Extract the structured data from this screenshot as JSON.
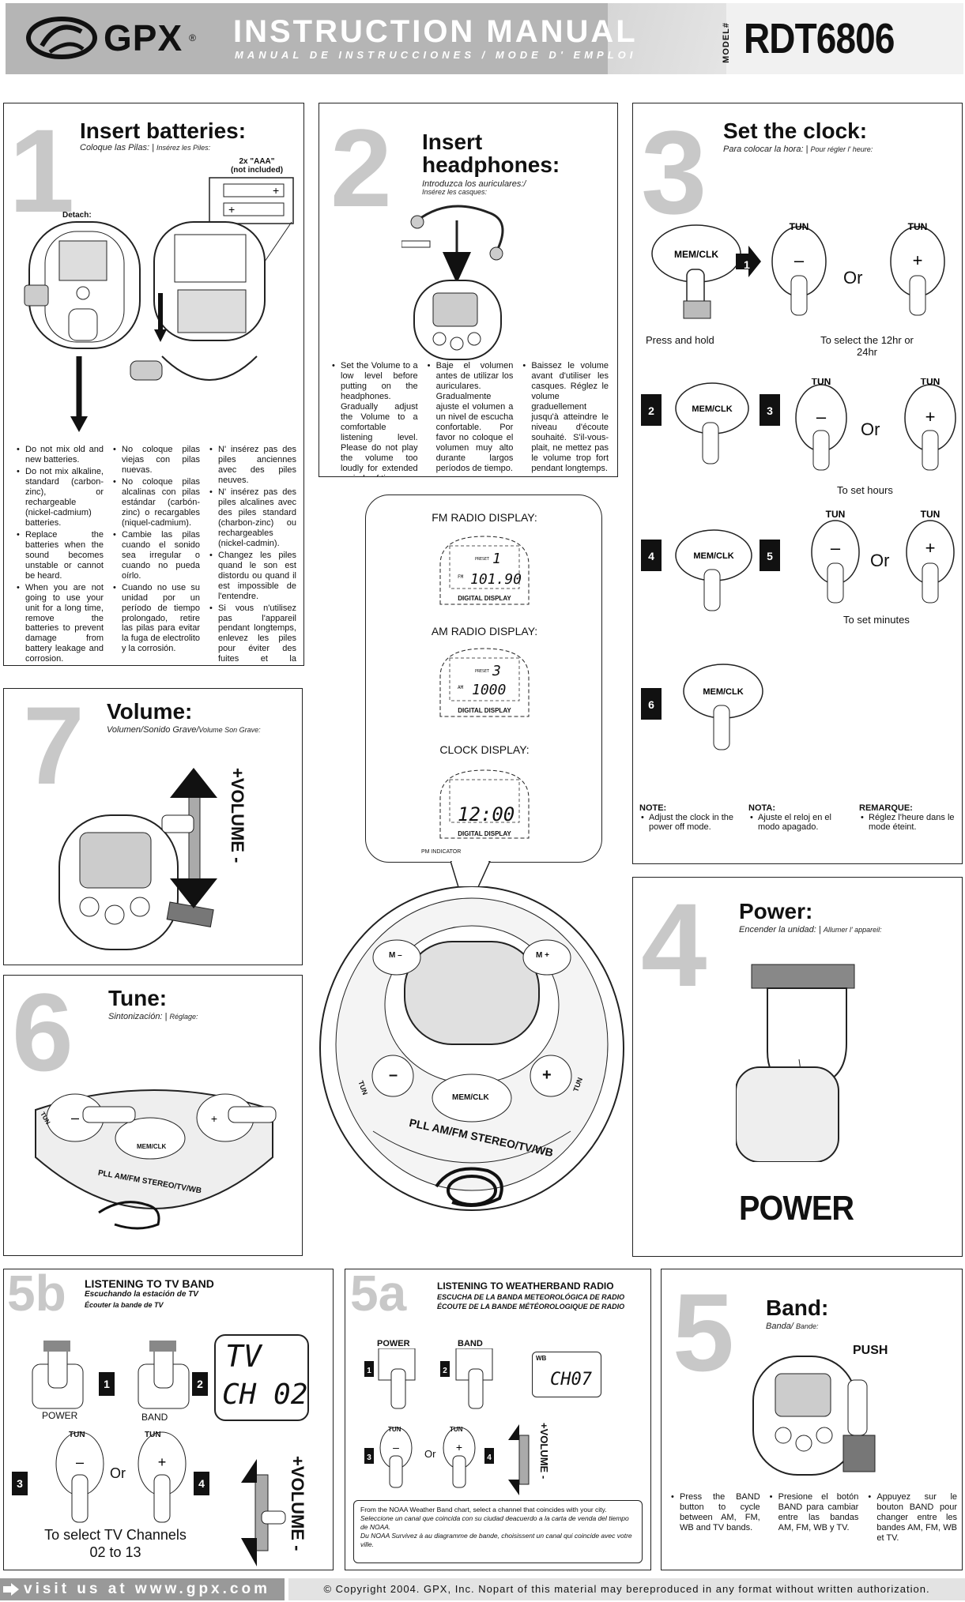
{
  "header": {
    "brand": "GPX",
    "title": "INSTRUCTION MANUAL",
    "subtitle": "MANUAL DE INSTRUCCIONES  /  MODE D' EMPLOI",
    "model_label": "MODEL#",
    "model": "RDT6806"
  },
  "p1": {
    "num": "1",
    "title": "Insert batteries:",
    "sub": "Coloque las Pilas:",
    "sub_fr": "Insérez les Piles:",
    "battery_label": "2x \"AAA\"",
    "battery_note": "(not included)",
    "detach": "Detach:",
    "en": [
      "Do not mix old and new batteries.",
      "Do not mix alkaline, standard (carbon-zinc), or rechargeable (nickel-cadmium) batteries.",
      "Replace the batteries when the sound becomes unstable or cannot be heard.",
      "When you are not going to use your unit for a long time, remove the batteries to prevent damage from battery leakage and corrosion."
    ],
    "es": [
      "No coloque pilas viejas con pilas nuevas.",
      "No coloque pilas alcalinas con pilas estándar (carbón-zinc) o recargables (niquel-cadmium).",
      "Cambie las pilas cuando el sonido sea irregular o cuando no pueda oírlo.",
      "Cuando no use su unidad por un período de tiempo prolongado, retire las pilas para evitar la fuga de electrolito y la corrosión."
    ],
    "fr": [
      "N' insérez pas des piles anciennes avec des piles neuves.",
      "N' insérez pas des piles alcalines avec des piles standard (charbon-zinc) ou rechargeables (nickel-cadmin).",
      "Changez les piles quand le son est distordu ou quand il est impossible de l'entendre.",
      "Si vous n'utilisez pas l'appareil pendant longtemps, enlevez les piles pour éviter des fuites et la corrosion."
    ]
  },
  "p2": {
    "num": "2",
    "title": "Insert headphones:",
    "sub": "Introduzca los auriculares:/",
    "sub_fr": "Insérez les casques:",
    "en": [
      "Set the Volume to a low level before putting on the headphones. Gradually adjust the Volume to a comfortable listening level. Please do not play the volume too loudly for extended periods of time."
    ],
    "es": [
      "Baje el volumen antes de utilizar los auriculares. Gradualmente ajuste el volumen a un nivel de escucha confortable. Por favor no coloque el volumen muy alto durante largos períodos de tiempo."
    ],
    "fr": [
      "Baissez le volume avant d'utiliser les casques. Réglez le volume graduellement jusqu'à atteindre le niveau d'écoute souhaité. S'il-vous-plait, ne mettez pas le volume trop fort pendant longtemps."
    ]
  },
  "p3": {
    "num": "3",
    "title": "Set the clock:",
    "sub": "Para colocar la hora:",
    "sub_fr": "Pour régler l' heure:",
    "mem_clk": "MEM/CLK",
    "tun": "TUN",
    "or": "Or",
    "press_hold": "Press and hold",
    "select_12_24": "To select the 12hr or 24hr",
    "set_hours": "To set hours",
    "set_minutes": "To set minutes",
    "steps": [
      "1",
      "2",
      "3",
      "4",
      "5",
      "6"
    ],
    "note_en_title": "NOTE:",
    "note_en": "Adjust the clock in the power off mode.",
    "note_es_title": "NOTA:",
    "note_es": "Ajuste el reloj en el modo apagado.",
    "note_fr_title": "REMARQUE:",
    "note_fr": "Réglez l'heure dans le mode éteint."
  },
  "display": {
    "fm_title": "FM RADIO DISPLAY:",
    "fm_preset": "1",
    "fm_freq": "101.90",
    "fm_label": "FM",
    "am_title": "AM RADIO DISPLAY:",
    "am_preset": "3",
    "am_freq": "1000",
    "am_label": "AM",
    "clock_title": "CLOCK DISPLAY:",
    "clock_time": "12:00",
    "preset": "PRESET",
    "digital_display": "DIGITAL DISPLAY",
    "pm_indicator": "PM INDICATOR"
  },
  "device": {
    "m_minus": "M –",
    "m_plus": "M +",
    "minus": "–",
    "plus": "+",
    "tun": "TUN",
    "mem_clk": "MEM/CLK",
    "band_label": "PLL AM/FM STEREO/TV/WB"
  },
  "p7": {
    "num": "7",
    "title": "Volume:",
    "sub": "Volumen/Sonido Grave/",
    "sub_fr": "Volume Son Grave:",
    "volume": "+VOLUME -"
  },
  "p6": {
    "num": "6",
    "title": "Tune:",
    "sub": "Sintonización:",
    "sub_fr": "Réglage:",
    "tun": "TUN",
    "mem_clk": "MEM/CLK",
    "band_label": "PLL AM/FM STEREO/TV/WB"
  },
  "p4": {
    "num": "4",
    "title": "Power:",
    "sub": "Encender la unidad:",
    "sub_fr": "Allumer l' appareil:",
    "power": "POWER"
  },
  "p5b": {
    "num": "5b",
    "title": "LISTENING TO TV BAND",
    "sub_es": "Escuchando la estación de TV",
    "sub_fr": "Écouter la bande de TV",
    "power": "POWER",
    "band": "BAND",
    "tun": "TUN",
    "or": "Or",
    "lcd_line1": "TV",
    "lcd_line2": "CH 02",
    "volume": "+VOLUME -",
    "caption": "To select TV Channels 02 to 13",
    "steps": [
      "1",
      "2",
      "3",
      "4"
    ]
  },
  "p5a": {
    "num": "5a",
    "title": "LISTENING TO WEATHERBAND RADIO",
    "sub_es": "ESCUCHA DE LA BANDA METEOROLÓGICA DE RADIO",
    "sub_fr": "ÉCOUTE DE LA BANDE MÉTÉOROLOGIQUE DE RADIO",
    "power": "POWER",
    "band": "BAND",
    "tun": "TUN",
    "or": "Or",
    "wb": "WB",
    "lcd": "CH07",
    "volume": "+VOLUME -",
    "steps": [
      "1",
      "2",
      "3",
      "4"
    ],
    "note_en": "From the NOAA Weather Band chart, select a channel that coincides with your city.",
    "note_es": "Seleccione un canal que coincida con su ciudad deacuerdo a la carta de venda del tiempo de NOAA.",
    "note_fr": "Du NOAA Survivez à au diagramme de bande, choisissent un canal qui coincide avec votre ville."
  },
  "p5": {
    "num": "5",
    "title": "Band:",
    "sub": "Banda/",
    "sub_fr": "Bande:",
    "push": "PUSH",
    "en": [
      "Press the BAND button to cycle between AM, FM, WB and TV bands."
    ],
    "es": [
      "Presione el botón BAND para cambiar entre las bandas AM, FM, WB y TV."
    ],
    "fr": [
      "Appuyez sur le bouton BAND pour changer entre les bandes AM, FM, WB et TV."
    ]
  },
  "footer": {
    "visit": "visit us at www.gpx.com",
    "copyright": "© Copyright 2004. GPX, Inc.  Nopart of this material may bereproduced in any format without written authorization."
  }
}
